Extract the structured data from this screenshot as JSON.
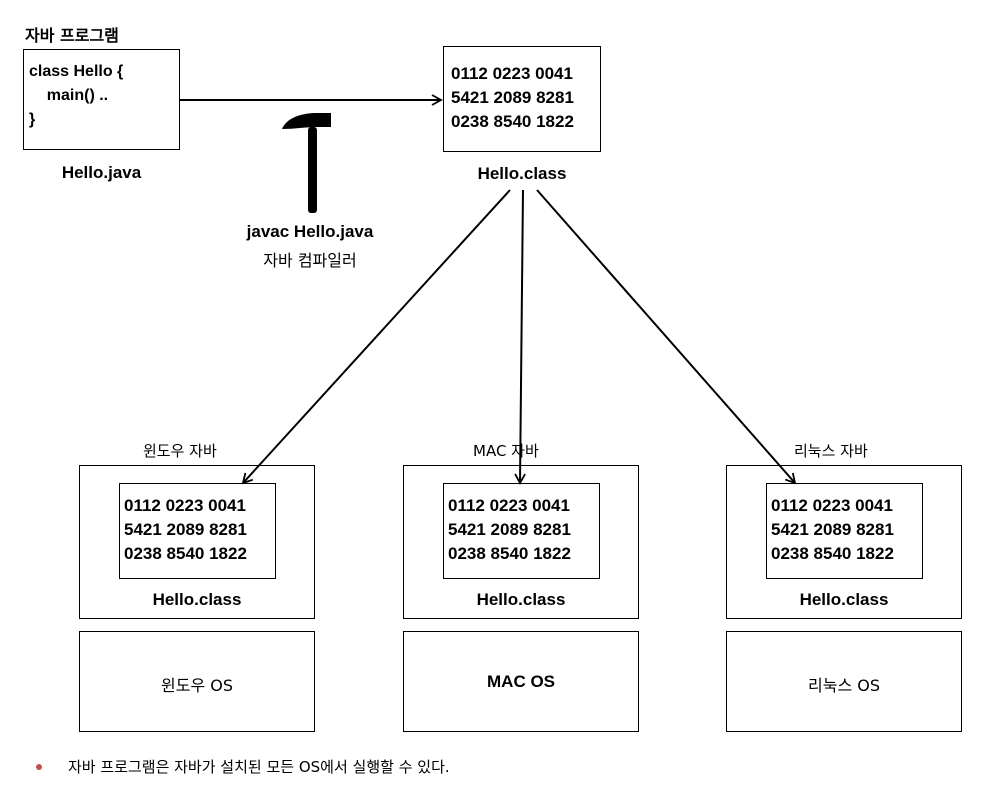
{
  "title": "자바 프로그램",
  "source": {
    "code_lines": [
      "class Hello {",
      "    main() ..",
      "}"
    ],
    "filename": "Hello.java"
  },
  "compiler": {
    "command": "javac Hello.java",
    "name": "자바 컴파일러",
    "icon": "hammer-icon"
  },
  "bytecode": {
    "lines": [
      "0112 0223 0041",
      "5421 2089 8281",
      "0238 8540 1822"
    ],
    "filename": "Hello.class"
  },
  "platforms": [
    {
      "jvm_label": "윈도우 자바",
      "class_label": "Hello.class",
      "os_label": "윈도우 OS"
    },
    {
      "jvm_label": "MAC 자바",
      "class_label": "Hello.class",
      "os_label": "MAC OS"
    },
    {
      "jvm_label": "리눅스 자바",
      "class_label": "Hello.class",
      "os_label": "리눅스 OS"
    }
  ],
  "note": "자바 프로그램은 자바가 설치된 모든 OS에서 실행할 수 있다.",
  "colors": {
    "bullet": "#c0504d",
    "stroke": "#000000"
  }
}
